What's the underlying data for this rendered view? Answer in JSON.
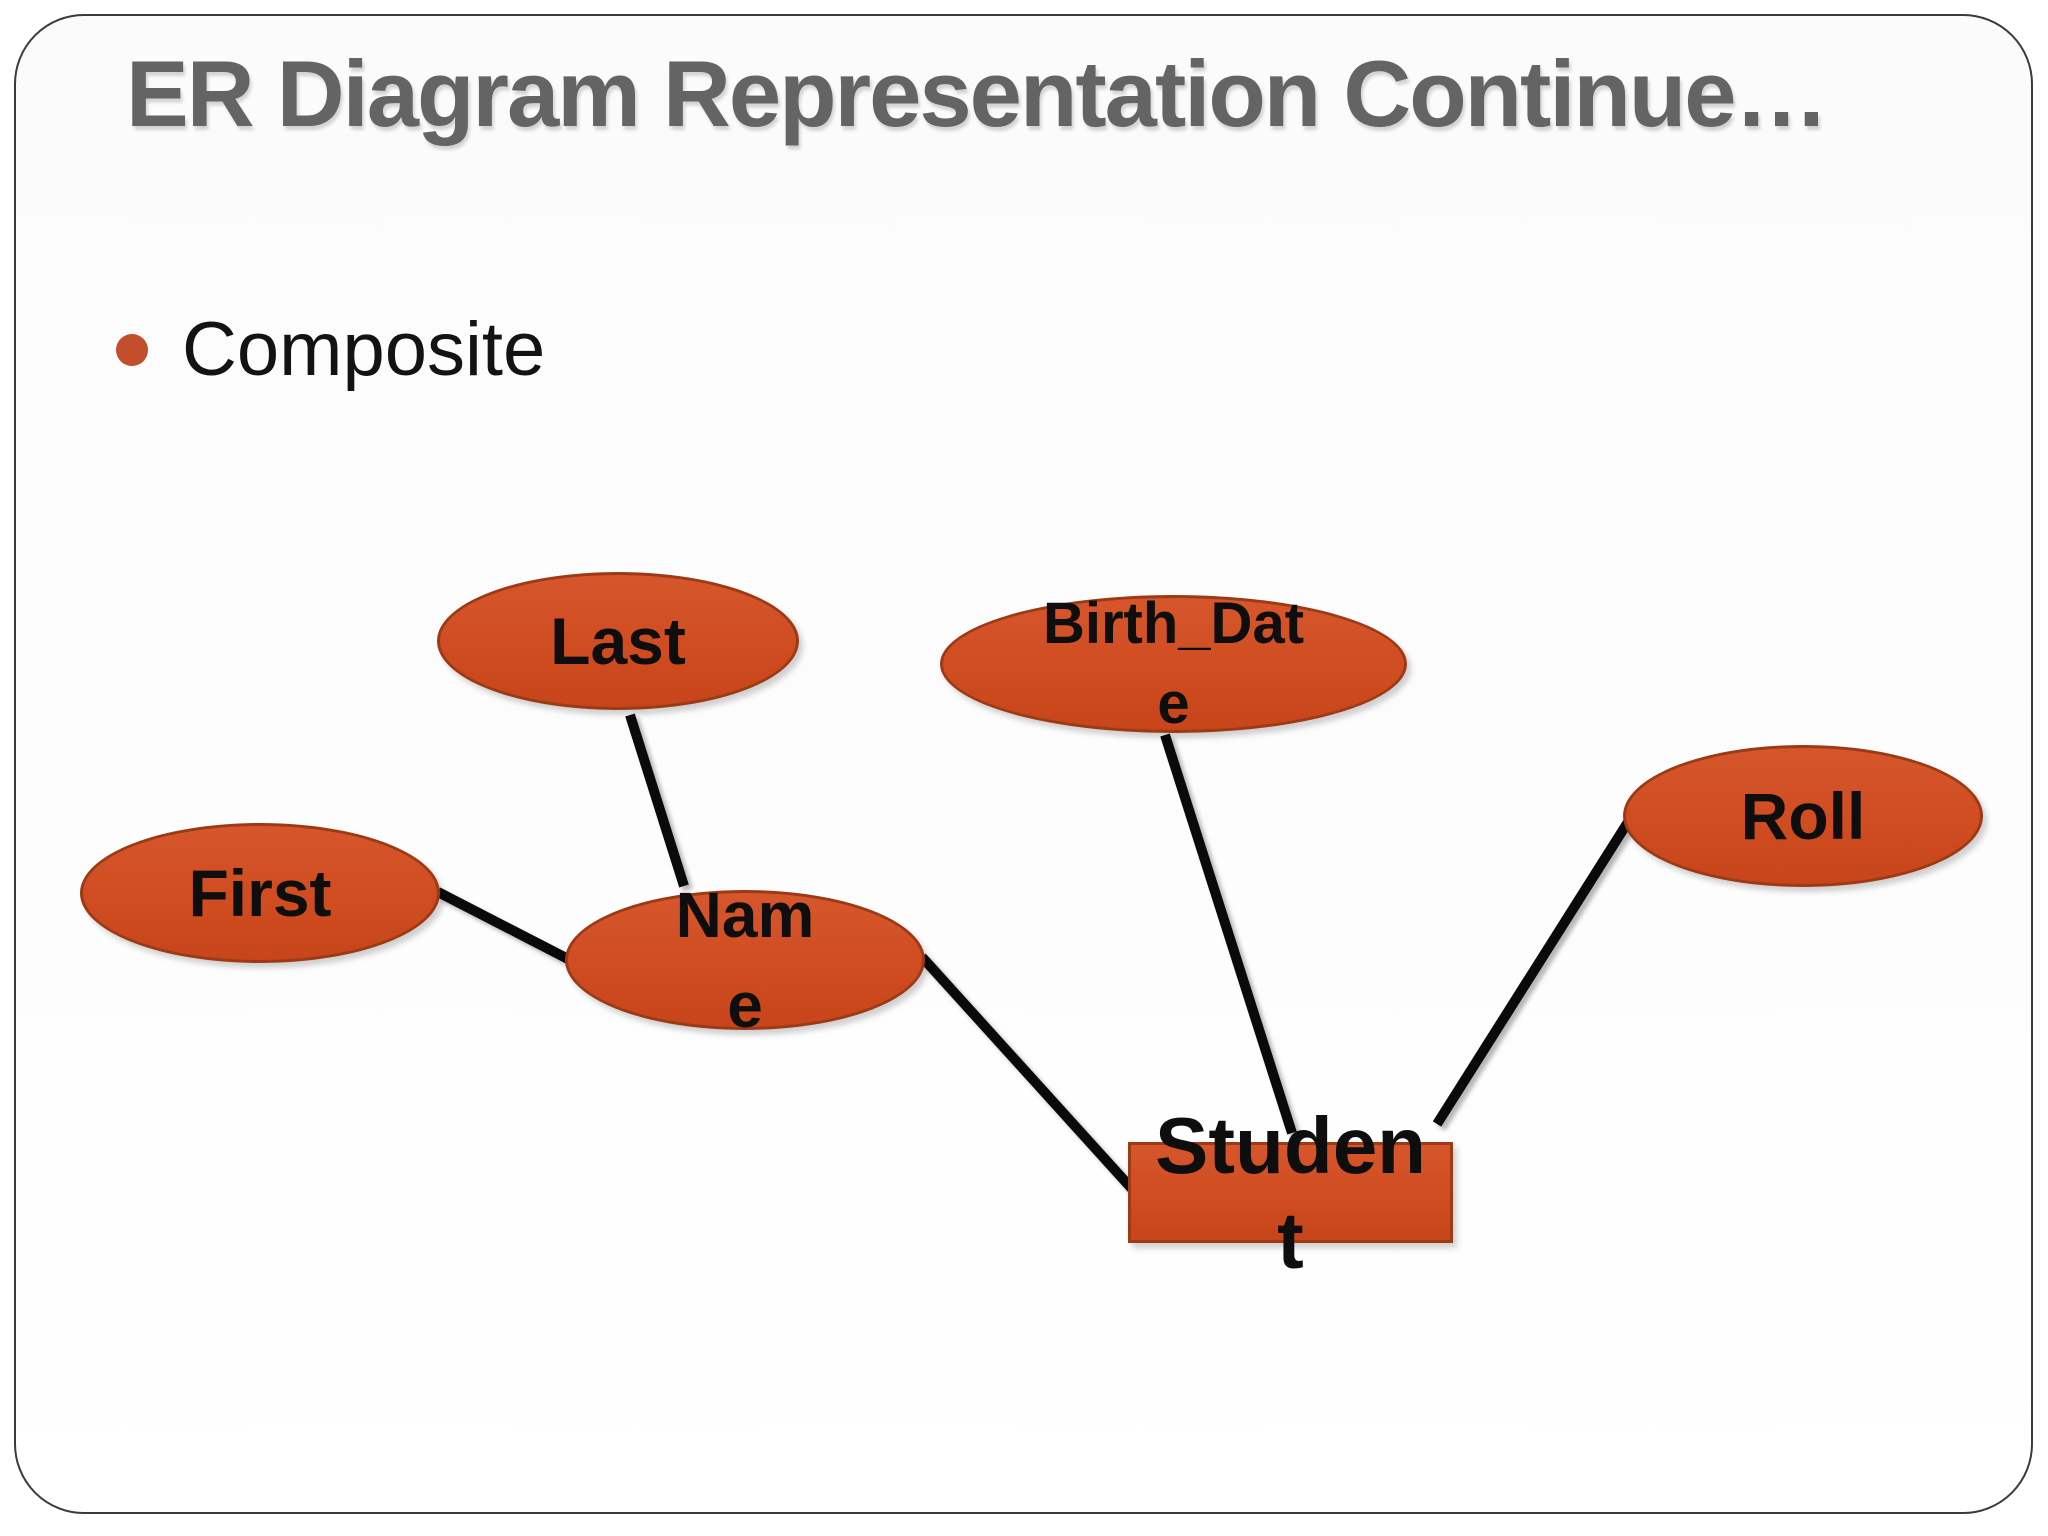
{
  "slide": {
    "title": "ER Diagram Representation Continue…",
    "bullet": {
      "label": "Composite"
    }
  },
  "diagram": {
    "nodes": {
      "last": {
        "type": "attribute-ellipse",
        "label": "Last",
        "display_text": "Last"
      },
      "first": {
        "type": "attribute-ellipse",
        "label": "First",
        "display_text": "First"
      },
      "name": {
        "type": "attribute-ellipse",
        "label": "Name",
        "display_text": "Nam\ne"
      },
      "birth_date": {
        "type": "attribute-ellipse",
        "label": "Birth_Date",
        "display_text": "Birth_Dat\ne"
      },
      "roll": {
        "type": "attribute-ellipse",
        "label": "Roll",
        "display_text": "Roll"
      },
      "student": {
        "type": "entity-rectangle",
        "label": "Student",
        "display_text": "Studen\nt"
      }
    },
    "edges": [
      {
        "from": "Last",
        "to": "Name"
      },
      {
        "from": "First",
        "to": "Name"
      },
      {
        "from": "Name",
        "to": "Student"
      },
      {
        "from": "Birth_Date",
        "to": "Student"
      },
      {
        "from": "Roll",
        "to": "Student"
      }
    ],
    "colors": {
      "shape_fill": "#D14E24",
      "shape_border": "#9C3A16",
      "connector": "#0A0A0A",
      "title_text": "#646464",
      "body_text": "#131313",
      "bullet_marker": "#C44E2C"
    }
  }
}
